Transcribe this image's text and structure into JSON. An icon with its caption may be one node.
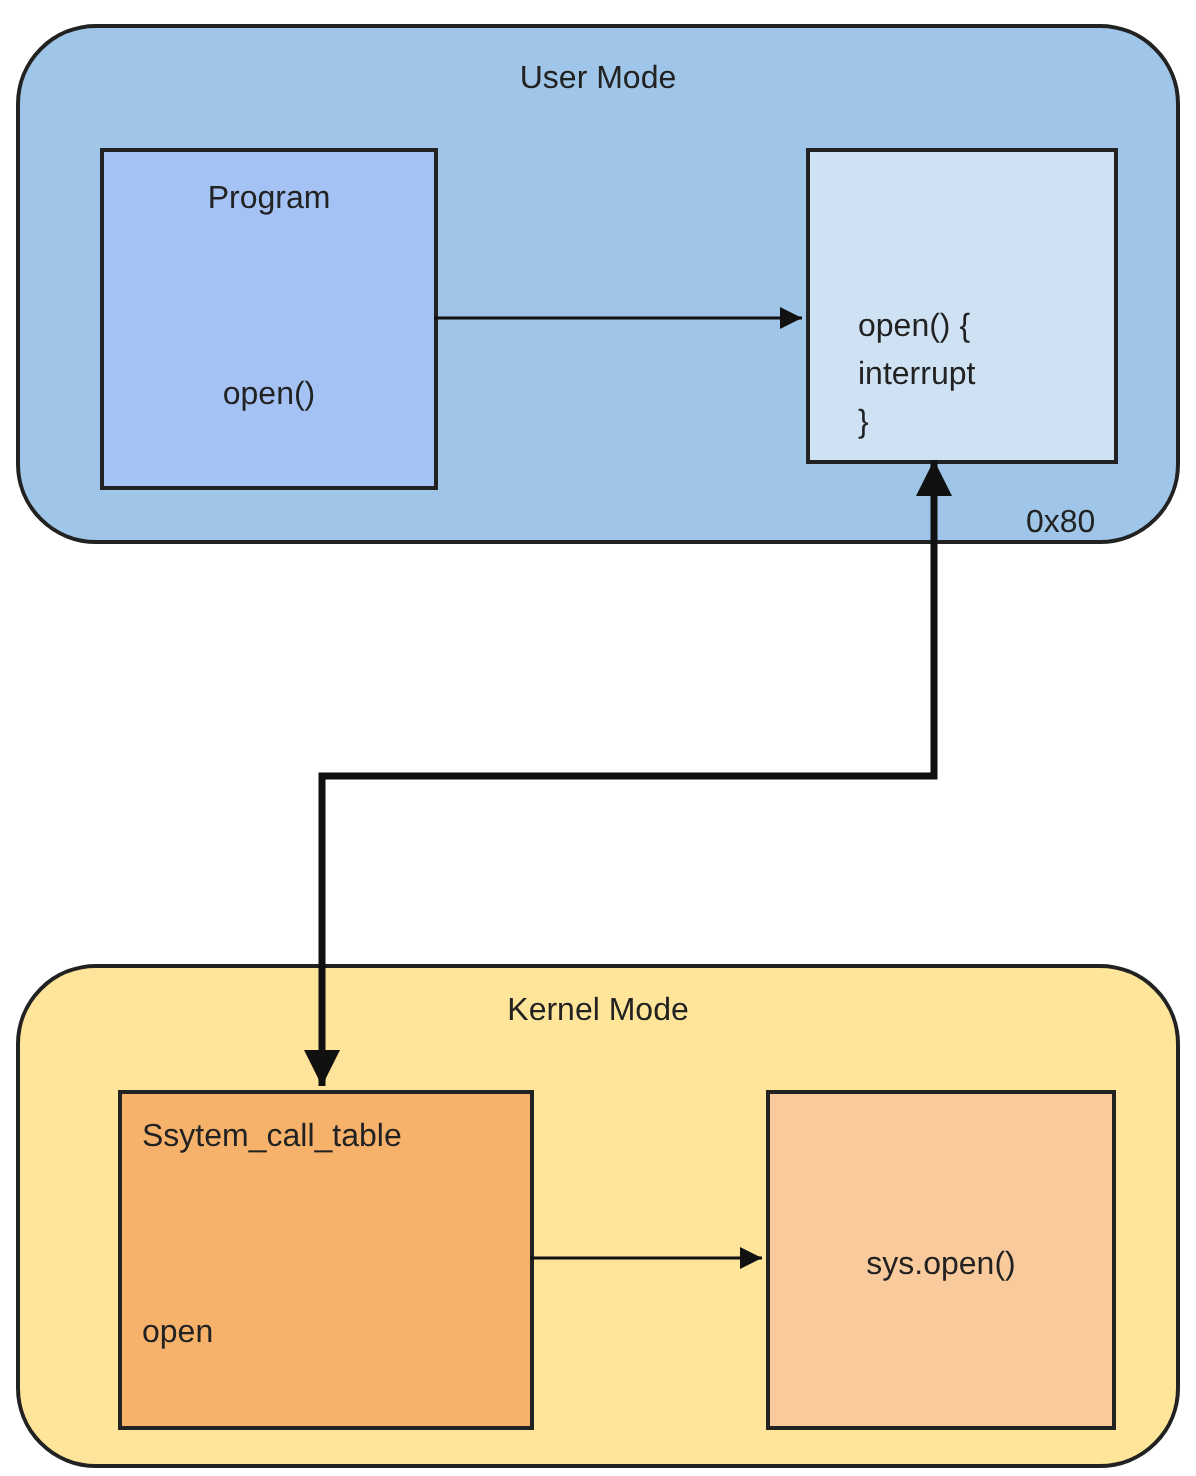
{
  "diagram": {
    "nodes": [
      {
        "text": [
          "User Mode"
        ]
      },
      {
        "text": [
          "Program",
          "open()"
        ],
        "in": 0
      },
      {
        "text": [
          "open() { interrupt }"
        ],
        "in": 0
      },
      {
        "text": [
          "Kernel Mode"
        ]
      },
      {
        "text": [
          "Ssytem_call_table",
          "open"
        ],
        "in": 3
      },
      {
        "text": [
          "sys.open()"
        ],
        "in": 3
      }
    ],
    "edges": [
      {
        "from": 1,
        "to": 2,
        "arrow": "to"
      },
      {
        "from": 2,
        "to": 4,
        "arrow": "both",
        "style": "thick"
      },
      {
        "from": 4,
        "to": 5,
        "arrow": "to"
      }
    ],
    "labels": [
      "0x80"
    ]
  }
}
